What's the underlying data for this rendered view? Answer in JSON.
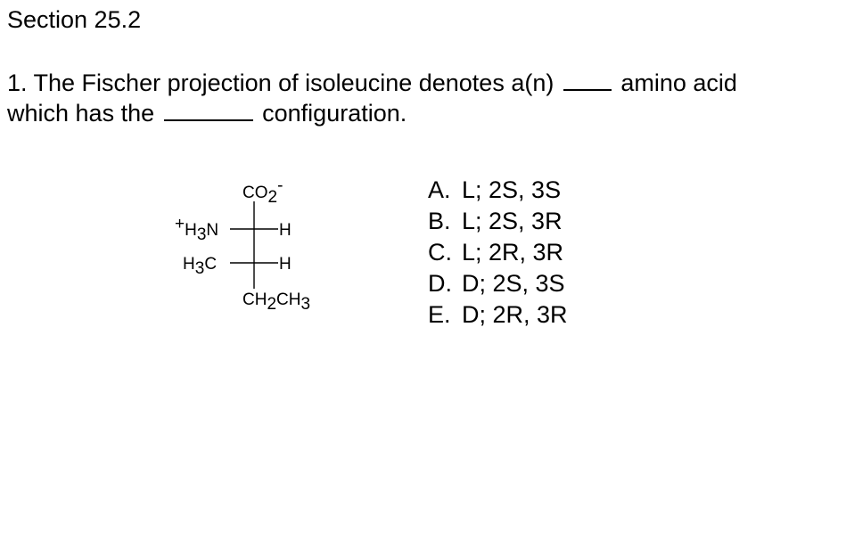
{
  "section": {
    "title": "Section 25.2"
  },
  "question": {
    "line1_prefix": "1. The Fischer projection of isoleucine denotes a(n)",
    "line1_suffix": "amino acid",
    "line2_prefix": "which has the",
    "line2_suffix": "configuration."
  },
  "fischer": {
    "top_group": "CO",
    "top_sub": "2",
    "top_charge": "-",
    "row1_left_charge": "+",
    "row1_left_a": "H",
    "row1_left_sub": "3",
    "row1_left_b": "N",
    "row1_right": "H",
    "row2_left_a": "H",
    "row2_left_sub": "3",
    "row2_left_b": "C",
    "row2_right": "H",
    "bottom_a": "CH",
    "bottom_sub1": "2",
    "bottom_b": "CH",
    "bottom_sub2": "3"
  },
  "choices": [
    {
      "letter": "A.",
      "text": "L; 2S, 3S"
    },
    {
      "letter": "B.",
      "text": "L; 2S, 3R"
    },
    {
      "letter": "C.",
      "text": "L; 2R, 3R"
    },
    {
      "letter": "D.",
      "text": "D; 2S, 3S"
    },
    {
      "letter": "E.",
      "text": "D; 2R, 3R"
    }
  ]
}
